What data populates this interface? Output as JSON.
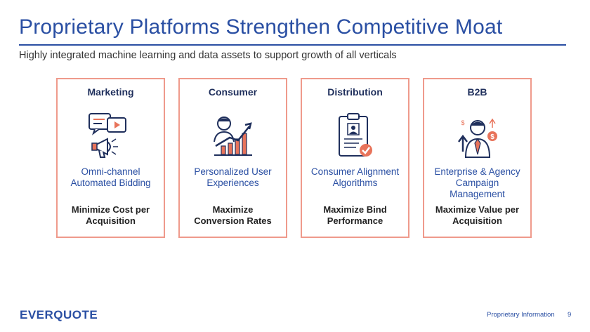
{
  "title": "Proprietary Platforms Strengthen Competitive Moat",
  "subtitle": "Highly integrated machine learning and data assets to support growth of all verticals",
  "cards": [
    {
      "title": "Marketing",
      "icon": "megaphone-video-icon",
      "desc1": "Omni-channel",
      "desc2": "Automated Bidding",
      "goal1": "Minimize Cost per",
      "goal2": "Acquisition"
    },
    {
      "title": "Consumer",
      "icon": "person-growth-chart-icon",
      "desc1": "Personalized User",
      "desc2": "Experiences",
      "goal1": "Maximize",
      "goal2": "Conversion Rates"
    },
    {
      "title": "Distribution",
      "icon": "clipboard-profile-check-icon",
      "desc1": "Consumer Alignment",
      "desc2": "Algorithms",
      "goal1": "Maximize Bind",
      "goal2": "Performance"
    },
    {
      "title": "B2B",
      "icon": "businessman-dollar-icon",
      "desc1": "Enterprise & Agency",
      "desc2": "Campaign Management",
      "goal1": "Maximize Value per",
      "goal2": "Acquisition"
    }
  ],
  "footer": {
    "logo": "EVERQUOTE",
    "label": "Proprietary Information",
    "page": "9"
  },
  "colors": {
    "accent": "#2a4fa3",
    "card_border": "#ef9a8c",
    "icon_orange": "#e8735a"
  }
}
